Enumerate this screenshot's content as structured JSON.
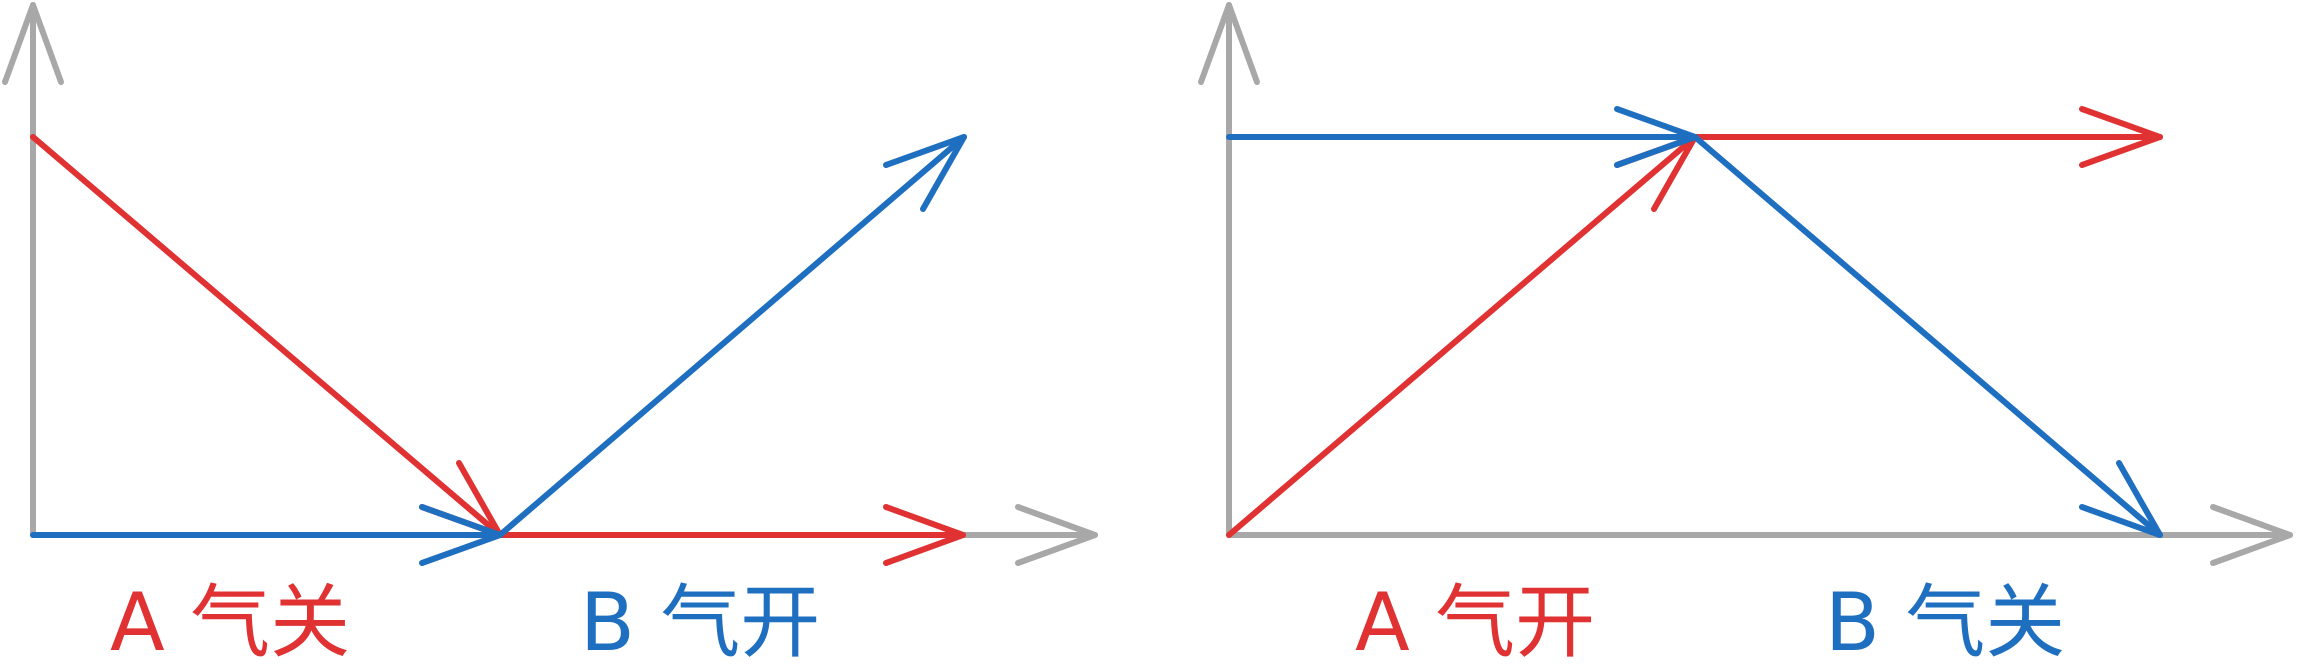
{
  "colors": {
    "axis": "#a8a8a8",
    "red": "#e03232",
    "blue": "#1f6fc0"
  },
  "panels": [
    {
      "labels": {
        "a": {
          "text": "A 气关",
          "color": "red"
        },
        "b": {
          "text": "B 气开",
          "color": "blue"
        }
      }
    },
    {
      "labels": {
        "a": {
          "text": "A 气开",
          "color": "red"
        },
        "b": {
          "text": "B 气关",
          "color": "blue"
        }
      }
    }
  ]
}
